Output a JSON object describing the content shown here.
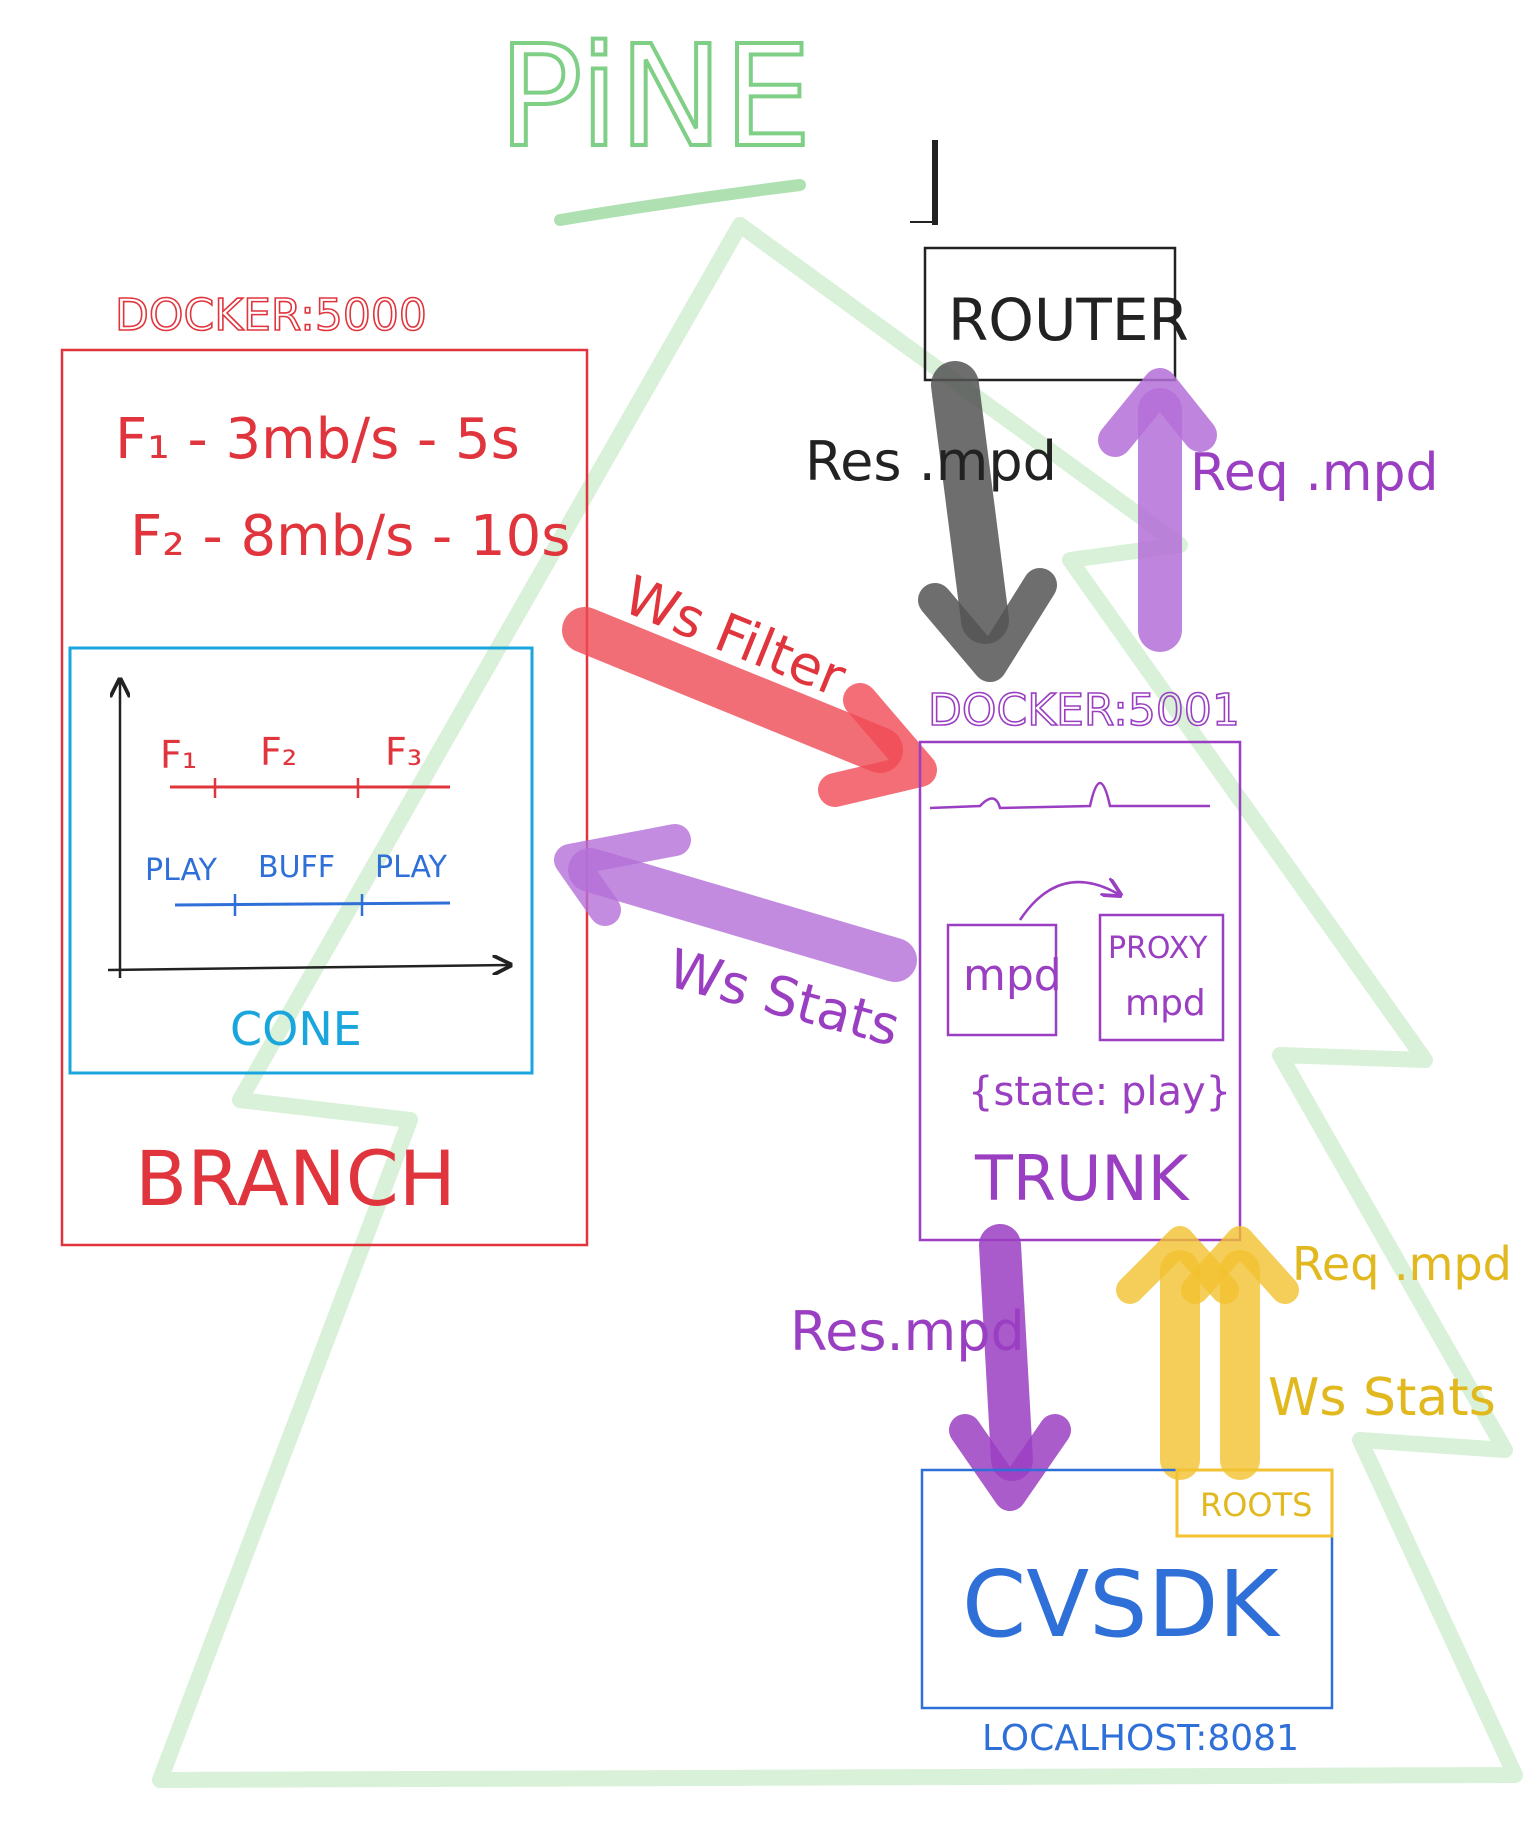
{
  "title": "PiNE",
  "colors": {
    "green": "#7fcf86",
    "tree": "#d8f1d8",
    "red": "#e0353d",
    "blue": "#2f6fd8",
    "cyan": "#1aa6dd",
    "purple": "#9b3fc2",
    "purple_light": "#b46fd8",
    "yellow": "#f2c230",
    "black": "#222222"
  },
  "branch": {
    "label": "DOCKER:5000",
    "line1": "F₁ - 3mb/s - 5s",
    "line2": "F₂ - 8mb/s - 10s",
    "name": "BRANCH",
    "cone": {
      "name": "CONE",
      "filters": [
        "F₁",
        "F₂",
        "F₃"
      ],
      "states": [
        "PLAY",
        "BUFF",
        "PLAY"
      ]
    }
  },
  "router": {
    "name": "ROUTER"
  },
  "trunk": {
    "label": "DOCKER:5001",
    "mpd": "mpd",
    "proxy_line1": "PROXY",
    "proxy_line2": "mpd",
    "state": "{state: play}",
    "name": "TRUNK"
  },
  "cvsdk": {
    "name": "CVSDK",
    "roots": "ROOTS",
    "label": "LOCALHOST:8081"
  },
  "arrows": {
    "router_res": "Res .mpd",
    "router_req": "Req .mpd",
    "ws_filter": "Ws Filter",
    "ws_stats_left": "Ws Stats",
    "trunk_res": "Res.mpd",
    "cvsdk_req": "Req .mpd",
    "cvsdk_ws": "Ws Stats"
  }
}
